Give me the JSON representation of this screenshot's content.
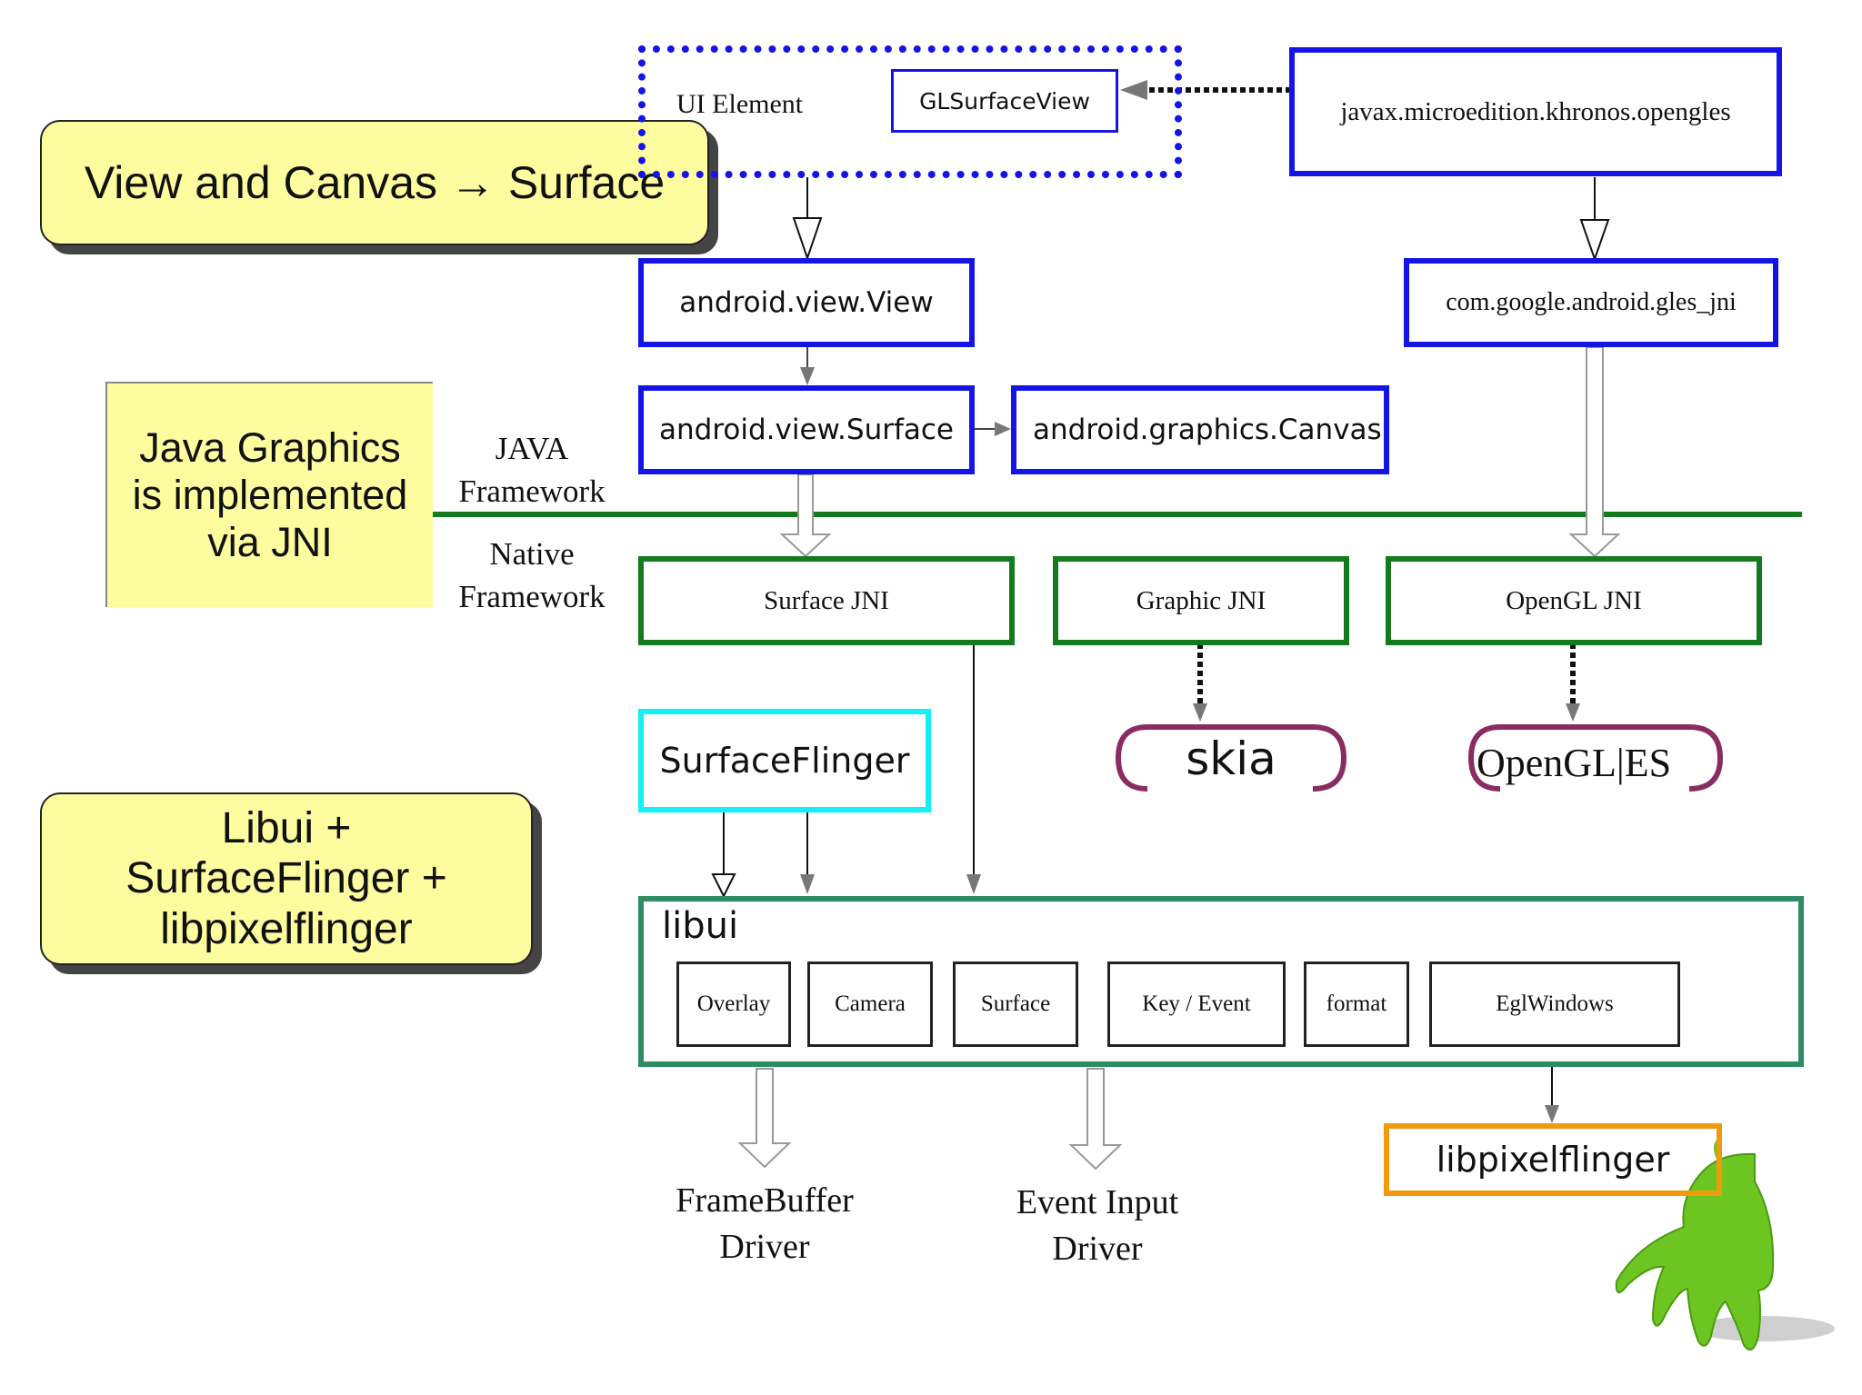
{
  "notes": {
    "view_canvas": "View and Canvas → Surface",
    "java_graphics": [
      "Java Graphics",
      "is implemented",
      "via JNI"
    ],
    "libui_note": [
      "Libui +",
      "SurfaceFlinger +",
      "libpixelflinger"
    ]
  },
  "layers": {
    "java": [
      "JAVA",
      "Framework"
    ],
    "native": [
      "Native",
      "Framework"
    ]
  },
  "java_boxes": {
    "ui_element": "UI Element",
    "glsurfaceview": "GLSurfaceView",
    "javax": "javax.microedition.khronos.opengles",
    "view": "android.view.View",
    "gles_jni": "com.google.android.gles_jni",
    "surface": "android.view.Surface",
    "canvas": "android.graphics.Canvas"
  },
  "native_boxes": {
    "surface_jni": "Surface JNI",
    "graphic_jni": "Graphic JNI",
    "opengl_jni": "OpenGL JNI",
    "skia": "skia",
    "opengl_es": "OpenGL|ES",
    "surfaceflinger": "SurfaceFlinger"
  },
  "libui": {
    "title": "libui",
    "modules": [
      "Overlay",
      "Camera",
      "Surface",
      "Key / Event",
      "format",
      "EglWindows"
    ]
  },
  "drivers": {
    "framebuffer": [
      "FrameBuffer",
      "Driver"
    ],
    "event_input": [
      "Event Input",
      "Driver"
    ],
    "libpixelflinger": "libpixelflinger"
  },
  "colors": {
    "java_box": "#1414e6",
    "native_box": "#137a1e",
    "libui_box": "#2e8b62",
    "surfaceflinger": "#12f0f5",
    "libpixelflinger": "#f29a0e",
    "library_bracket": "#8a2c62",
    "note_fill": "#fdfc9e"
  },
  "icons": {
    "mascot": "android-mascot-icon"
  }
}
